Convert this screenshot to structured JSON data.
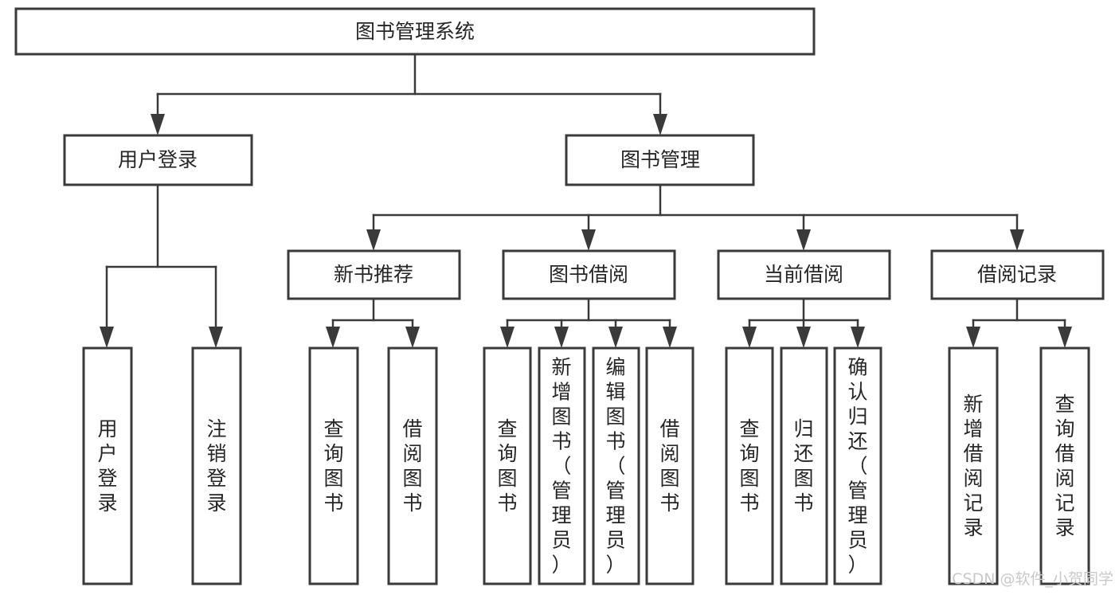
{
  "diagram": {
    "title": "图书管理系统",
    "type": "tree-hierarchy-chart",
    "root": {
      "label": "图书管理系统",
      "level": 0
    },
    "level1": [
      {
        "label": "用户登录"
      },
      {
        "label": "图书管理"
      }
    ],
    "level2": [
      {
        "label": "新书推荐"
      },
      {
        "label": "图书借阅"
      },
      {
        "label": "当前借阅"
      },
      {
        "label": "借阅记录"
      }
    ],
    "leaves": {
      "user_login": [
        {
          "label": "用户登录"
        },
        {
          "label": "注销登录"
        }
      ],
      "new_book_recommend": [
        {
          "label": "查询图书"
        },
        {
          "label": "借阅图书"
        }
      ],
      "book_borrow": [
        {
          "label": "查询图书"
        },
        {
          "label": "新增图书（管理员）"
        },
        {
          "label": "编辑图书（管理员）"
        },
        {
          "label": "借阅图书"
        }
      ],
      "current_borrow": [
        {
          "label": "查询图书"
        },
        {
          "label": "归还图书"
        },
        {
          "label": "确认归还（管理员）"
        }
      ],
      "borrow_record": [
        {
          "label": "新增借阅记录"
        },
        {
          "label": "查询借阅记录"
        }
      ]
    }
  },
  "watermark": {
    "text": "CSDN @软件_小贺同学"
  },
  "colors": {
    "box_stroke": "#3a3a3a",
    "box_fill": "#ffffff",
    "text": "#262626",
    "connector": "#3a3a3a",
    "watermark": "#c9c9c9",
    "background": "#ffffff"
  }
}
